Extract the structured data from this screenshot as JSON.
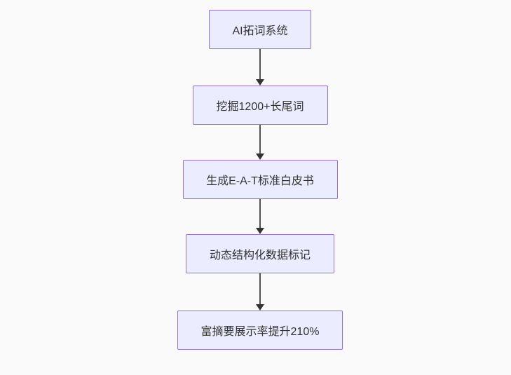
{
  "flowchart": {
    "type": "flowchart",
    "direction": "top-down",
    "nodes": [
      {
        "label": "AI拓词系统"
      },
      {
        "label": "挖掘1200+长尾词"
      },
      {
        "label": "生成E-A-T标准白皮书"
      },
      {
        "label": "动态结构化数据标记"
      },
      {
        "label": "富摘要展示率提升210%"
      }
    ],
    "edges": [
      {
        "from": "AI拓词系统",
        "to": "挖掘1200+长尾词"
      },
      {
        "from": "挖掘1200+长尾词",
        "to": "生成E-A-T标准白皮书"
      },
      {
        "from": "生成E-A-T标准白皮书",
        "to": "动态结构化数据标记"
      },
      {
        "from": "动态结构化数据标记",
        "to": "富摘要展示率提升210%"
      }
    ],
    "colors": {
      "node_fill": "#ECECFF",
      "node_border": "#9370DB",
      "text": "#333333",
      "arrow": "#333333",
      "background": "#fafafa"
    }
  }
}
